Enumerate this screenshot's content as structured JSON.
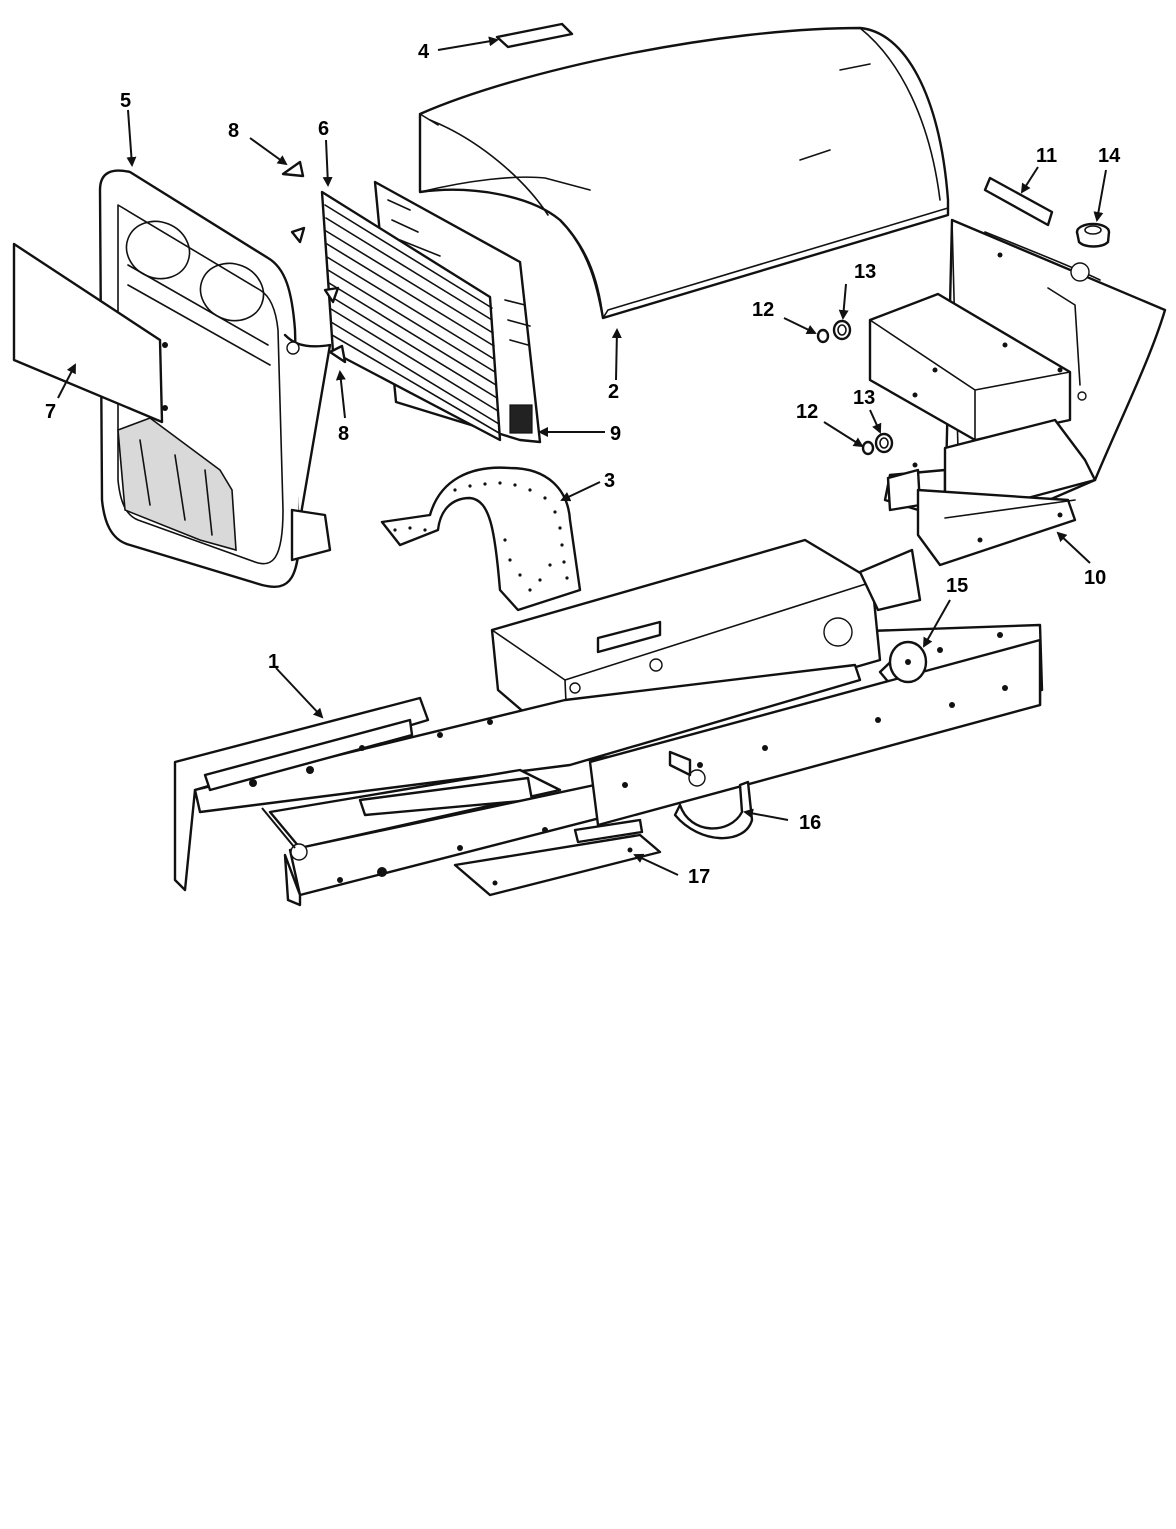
{
  "callouts": {
    "c1": "1",
    "c2": "2",
    "c3": "3",
    "c4": "4",
    "c5": "5",
    "c6": "6",
    "c7": "7",
    "c8a": "8",
    "c8b": "8",
    "c9": "9",
    "c10": "10",
    "c11": "11",
    "c12a": "12",
    "c12b": "12",
    "c13a": "13",
    "c13b": "13",
    "c14": "14",
    "c15": "15",
    "c16": "16",
    "c17": "17"
  },
  "colors": {
    "line": "#111111",
    "paper": "#ffffff"
  }
}
